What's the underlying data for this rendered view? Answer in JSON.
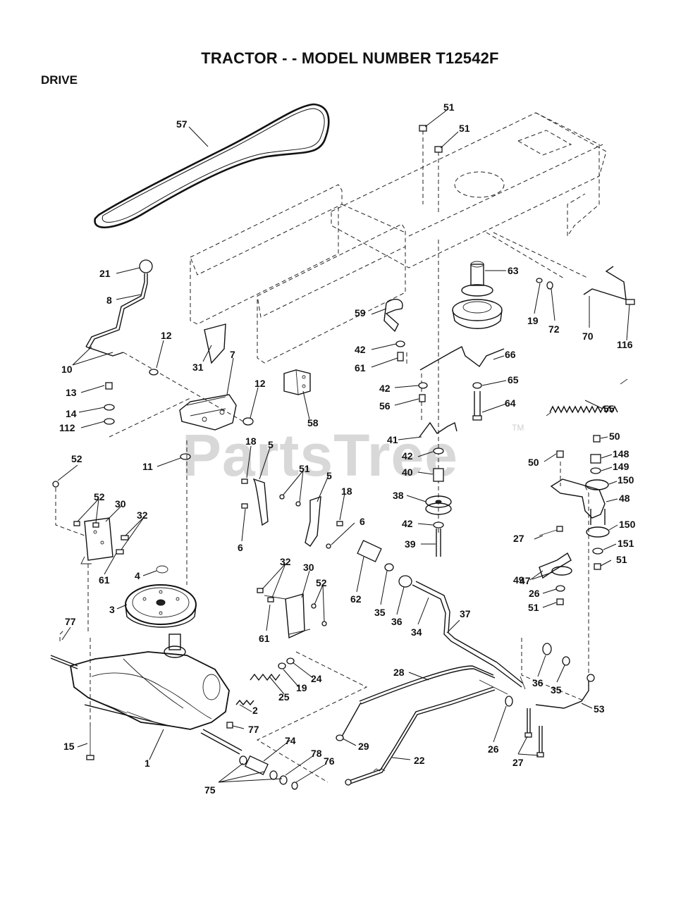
{
  "title": "TRACTOR - - MODEL NUMBER T12542F",
  "section": "DRIVE",
  "watermark": {
    "text": "PartsTree",
    "trademark": "TM"
  },
  "callouts": [
    {
      "id": "c57",
      "label": "57"
    },
    {
      "id": "c51a",
      "label": "51"
    },
    {
      "id": "c51b",
      "label": "51"
    },
    {
      "id": "c21",
      "label": "21"
    },
    {
      "id": "c8",
      "label": "8"
    },
    {
      "id": "c12a",
      "label": "12"
    },
    {
      "id": "c10",
      "label": "10"
    },
    {
      "id": "c31",
      "label": "31"
    },
    {
      "id": "c7",
      "label": "7"
    },
    {
      "id": "c12b",
      "label": "12"
    },
    {
      "id": "c13",
      "label": "13"
    },
    {
      "id": "c14",
      "label": "14"
    },
    {
      "id": "c112",
      "label": "112"
    },
    {
      "id": "c58",
      "label": "58"
    },
    {
      "id": "c11",
      "label": "11"
    },
    {
      "id": "c52a",
      "label": "52"
    },
    {
      "id": "c18a",
      "label": "18"
    },
    {
      "id": "c5a",
      "label": "5"
    },
    {
      "id": "c51c",
      "label": "51"
    },
    {
      "id": "c5b",
      "label": "5"
    },
    {
      "id": "c18b",
      "label": "18"
    },
    {
      "id": "c6a",
      "label": "6"
    },
    {
      "id": "c6b",
      "label": "6"
    },
    {
      "id": "c52b",
      "label": "52"
    },
    {
      "id": "c30a",
      "label": "30"
    },
    {
      "id": "c32a",
      "label": "32"
    },
    {
      "id": "c61a",
      "label": "61"
    },
    {
      "id": "c4",
      "label": "4"
    },
    {
      "id": "c3",
      "label": "3"
    },
    {
      "id": "c32b",
      "label": "32"
    },
    {
      "id": "c30b",
      "label": "30"
    },
    {
      "id": "c52c",
      "label": "52"
    },
    {
      "id": "c61b",
      "label": "61"
    },
    {
      "id": "c77a",
      "label": "77"
    },
    {
      "id": "c25",
      "label": "25"
    },
    {
      "id": "c19a",
      "label": "19"
    },
    {
      "id": "c24",
      "label": "24"
    },
    {
      "id": "c2",
      "label": "2"
    },
    {
      "id": "c77b",
      "label": "77"
    },
    {
      "id": "c15",
      "label": "15"
    },
    {
      "id": "c1",
      "label": "1"
    },
    {
      "id": "c74",
      "label": "74"
    },
    {
      "id": "c78",
      "label": "78"
    },
    {
      "id": "c76",
      "label": "76"
    },
    {
      "id": "c75",
      "label": "75"
    },
    {
      "id": "c63",
      "label": "63"
    },
    {
      "id": "c19b",
      "label": "19"
    },
    {
      "id": "c72",
      "label": "72"
    },
    {
      "id": "c70",
      "label": "70"
    },
    {
      "id": "c116",
      "label": "116"
    },
    {
      "id": "c59",
      "label": "59"
    },
    {
      "id": "c42a",
      "label": "42"
    },
    {
      "id": "c61c",
      "label": "61"
    },
    {
      "id": "c66",
      "label": "66"
    },
    {
      "id": "c42b",
      "label": "42"
    },
    {
      "id": "c56",
      "label": "56"
    },
    {
      "id": "c65",
      "label": "65"
    },
    {
      "id": "c64",
      "label": "64"
    },
    {
      "id": "c55",
      "label": "55"
    },
    {
      "id": "c41",
      "label": "41"
    },
    {
      "id": "c42c",
      "label": "42"
    },
    {
      "id": "c40",
      "label": "40"
    },
    {
      "id": "c38",
      "label": "38"
    },
    {
      "id": "c42d",
      "label": "42"
    },
    {
      "id": "c39",
      "label": "39"
    },
    {
      "id": "c50a",
      "label": "50"
    },
    {
      "id": "c148",
      "label": "148"
    },
    {
      "id": "c50b",
      "label": "50"
    },
    {
      "id": "c149",
      "label": "149"
    },
    {
      "id": "c150a",
      "label": "150"
    },
    {
      "id": "c48",
      "label": "48"
    },
    {
      "id": "c150b",
      "label": "150"
    },
    {
      "id": "c27a",
      "label": "27"
    },
    {
      "id": "c151",
      "label": "151"
    },
    {
      "id": "c51d",
      "label": "51"
    },
    {
      "id": "c49",
      "label": "49"
    },
    {
      "id": "c47",
      "label": "47"
    },
    {
      "id": "c26a",
      "label": "26"
    },
    {
      "id": "c51e",
      "label": "51"
    },
    {
      "id": "c62",
      "label": "62"
    },
    {
      "id": "c35a",
      "label": "35"
    },
    {
      "id": "c36a",
      "label": "36"
    },
    {
      "id": "c34",
      "label": "34"
    },
    {
      "id": "c37",
      "label": "37"
    },
    {
      "id": "c28",
      "label": "28"
    },
    {
      "id": "c36b",
      "label": "36"
    },
    {
      "id": "c35b",
      "label": "35"
    },
    {
      "id": "c53",
      "label": "53"
    },
    {
      "id": "c29",
      "label": "29"
    },
    {
      "id": "c22",
      "label": "22"
    },
    {
      "id": "c26b",
      "label": "26"
    },
    {
      "id": "c27b",
      "label": "27"
    }
  ]
}
